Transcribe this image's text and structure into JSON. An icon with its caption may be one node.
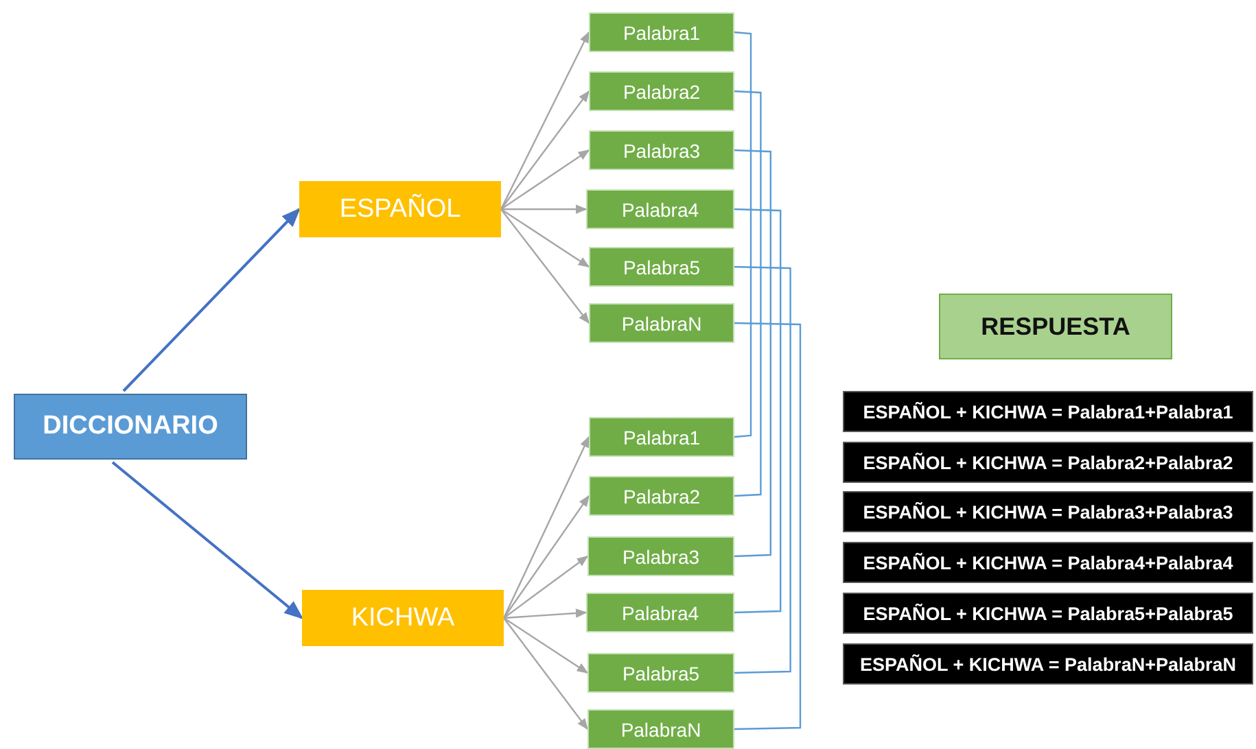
{
  "diagram": {
    "nodes": [
      {
        "text": [
          "DICCIONARIO"
        ]
      },
      {
        "text": [
          "ESPAÑOL"
        ]
      },
      {
        "text": [
          "KICHWA"
        ]
      },
      {
        "text": [
          "Palabra1"
        ]
      },
      {
        "text": [
          "Palabra2"
        ]
      },
      {
        "text": [
          "Palabra3"
        ]
      },
      {
        "text": [
          "Palabra4"
        ]
      },
      {
        "text": [
          "Palabra5"
        ]
      },
      {
        "text": [
          "PalabraN"
        ]
      },
      {
        "text": [
          "Palabra1"
        ]
      },
      {
        "text": [
          "Palabra2"
        ]
      },
      {
        "text": [
          "Palabra3"
        ]
      },
      {
        "text": [
          "Palabra4"
        ]
      },
      {
        "text": [
          "Palabra5"
        ]
      },
      {
        "text": [
          "PalabraN"
        ]
      },
      {
        "text": [
          "RESPUESTA"
        ]
      },
      {
        "text": [
          "ESPAÑOL + KICHWA = Palabra1+Palabra1"
        ]
      },
      {
        "text": [
          "ESPAÑOL + KICHWA = Palabra2+Palabra2"
        ]
      },
      {
        "text": [
          "ESPAÑOL + KICHWA = Palabra3+Palabra3"
        ]
      },
      {
        "text": [
          "ESPAÑOL + KICHWA = Palabra4+Palabra4"
        ]
      },
      {
        "text": [
          "ESPAÑOL + KICHWA = Palabra5+Palabra5"
        ]
      },
      {
        "text": [
          "ESPAÑOL + KICHWA = PalabraN+PalabraN"
        ]
      }
    ],
    "edges": [
      {
        "from": 0,
        "to": 1,
        "arrow": "to",
        "color": "#4472c4"
      },
      {
        "from": 0,
        "to": 2,
        "arrow": "to",
        "color": "#4472c4"
      },
      {
        "from": 1,
        "to": 3,
        "arrow": "to"
      },
      {
        "from": 1,
        "to": 4,
        "arrow": "to"
      },
      {
        "from": 1,
        "to": 5,
        "arrow": "to"
      },
      {
        "from": 1,
        "to": 6,
        "arrow": "to"
      },
      {
        "from": 1,
        "to": 7,
        "arrow": "to"
      },
      {
        "from": 1,
        "to": 8,
        "arrow": "to"
      },
      {
        "from": 2,
        "to": 9,
        "arrow": "to"
      },
      {
        "from": 2,
        "to": 10,
        "arrow": "to"
      },
      {
        "from": 2,
        "to": 11,
        "arrow": "to"
      },
      {
        "from": 2,
        "to": 12,
        "arrow": "to"
      },
      {
        "from": 2,
        "to": 13,
        "arrow": "to"
      },
      {
        "from": 2,
        "to": 14,
        "arrow": "to"
      },
      {
        "from": 3,
        "to": 9,
        "arrow": "none",
        "color": "#5b9bd5"
      },
      {
        "from": 4,
        "to": 10,
        "arrow": "none",
        "color": "#5b9bd5"
      },
      {
        "from": 5,
        "to": 11,
        "arrow": "none",
        "color": "#5b9bd5"
      },
      {
        "from": 6,
        "to": 12,
        "arrow": "none",
        "color": "#5b9bd5"
      },
      {
        "from": 7,
        "to": 13,
        "arrow": "none",
        "color": "#5b9bd5"
      },
      {
        "from": 8,
        "to": 14,
        "arrow": "none",
        "color": "#5b9bd5"
      }
    ]
  }
}
